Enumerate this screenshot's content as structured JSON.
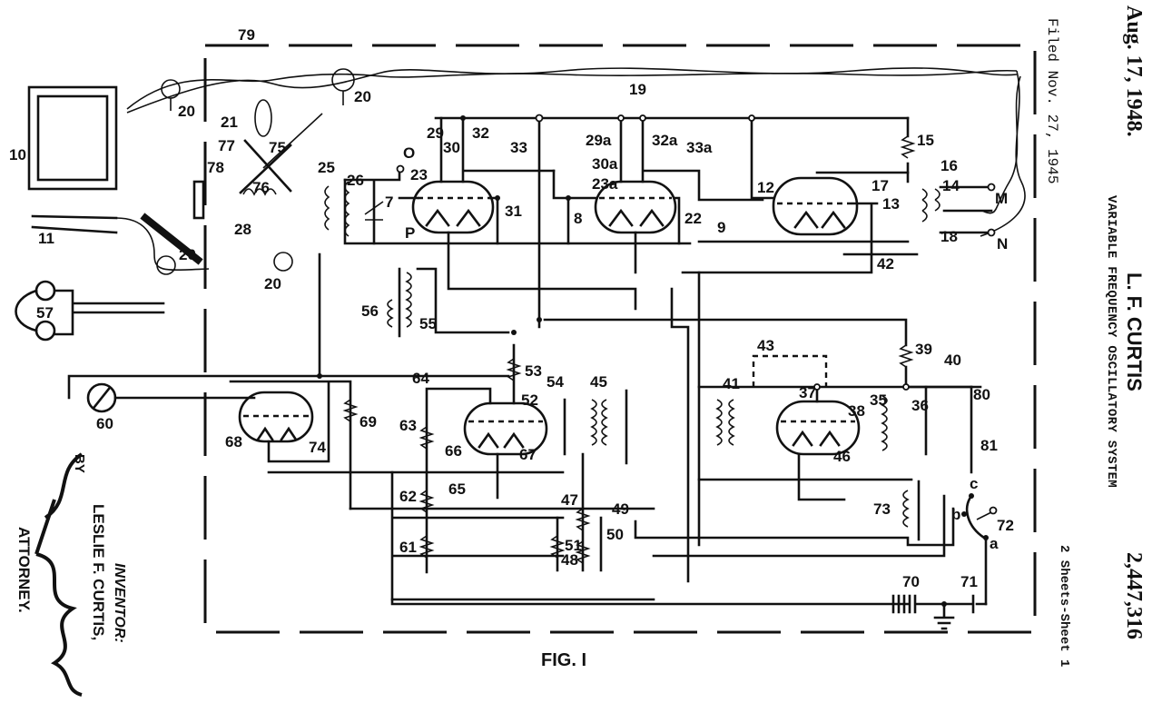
{
  "header": {
    "date": "Aug. 17, 1948.",
    "inventor_short": "L. F. CURTIS",
    "patent_number": "2,447,316",
    "title": "VARIABLE FREQUENCY OSCILLATORY SYSTEM",
    "filed": "Filed Nov. 27, 1945",
    "sheets": "2 Sheets-Sheet 1"
  },
  "inventor_block": {
    "label": "INVENTOR:",
    "name": "LESLIE F. CURTIS,",
    "by": "BY",
    "attorney": "ATTORNEY."
  },
  "figure": {
    "caption": "FIG. I",
    "enclosure_label": "79",
    "external_terminals": [
      "M",
      "N"
    ],
    "test_points": [
      "O",
      "P"
    ],
    "switch_contacts": [
      "a",
      "b",
      "c"
    ],
    "reference_numerals": {
      "n10": "10",
      "n11": "11",
      "n19": "19",
      "n20": "20",
      "n21": "21",
      "n25": "25",
      "n26": "26",
      "n28": "28",
      "n75": "75",
      "n76": "76",
      "n77": "77",
      "n78": "78",
      "n7": "7",
      "n8": "8",
      "n9": "9",
      "n23": "23",
      "n29": "29",
      "n30": "30",
      "n31": "31",
      "n32": "32",
      "n33": "33",
      "n23a": "23a",
      "n29a": "29a",
      "n30a": "30a",
      "n32a": "32a",
      "n33a": "33a",
      "n22": "22",
      "n12": "12",
      "n13": "13",
      "n14": "14",
      "n15": "15",
      "n16": "16",
      "n17": "17",
      "n18": "18",
      "n42": "42",
      "n55": "55",
      "n56": "56",
      "n57": "57",
      "n60": "60",
      "n68": "68",
      "n69": "69",
      "n74": "74",
      "n61": "61",
      "n62": "62",
      "n63": "63",
      "n64": "64",
      "n65": "65",
      "n66": "66",
      "n67": "67",
      "n52": "52",
      "n53": "53",
      "n54": "54",
      "n45": "45",
      "n47": "47",
      "n48": "48",
      "n49": "49",
      "n50": "50",
      "n51": "51",
      "n35": "35",
      "n36": "36",
      "n37": "37",
      "n38": "38",
      "n39": "39",
      "n40": "40",
      "n41": "41",
      "n43": "43",
      "n46": "46",
      "n70": "70",
      "n71": "71",
      "n72": "72",
      "n73": "73",
      "n80": "80",
      "n81": "81"
    }
  }
}
